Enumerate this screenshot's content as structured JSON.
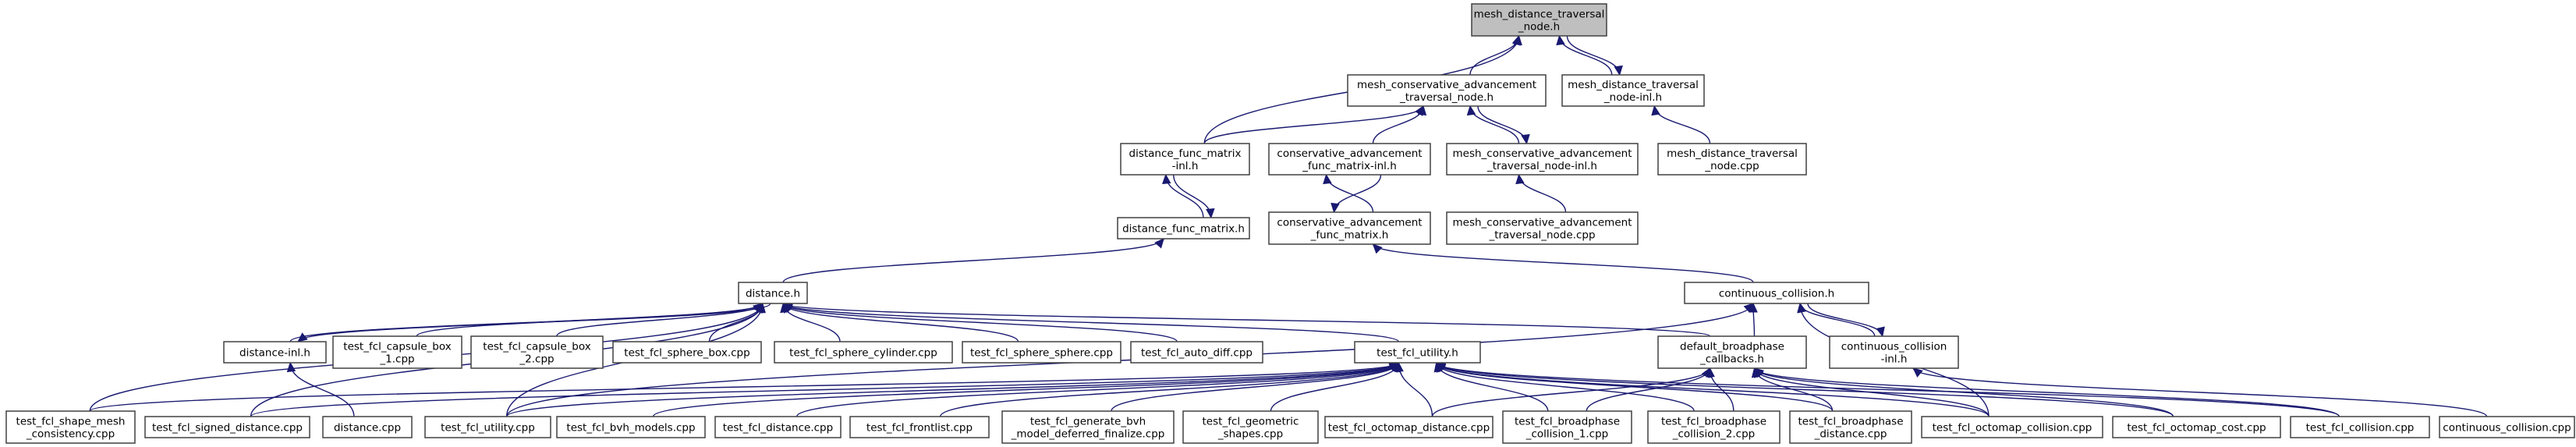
{
  "title": "mesh_distance_traversal_node.h include dependency graph (included by)",
  "colors": {
    "edge": "#191970",
    "root_fill": "#bfbfbf",
    "node_fill": "#ffffff",
    "border": "#404040"
  },
  "nodes": [
    {
      "id": "root",
      "lines": [
        "mesh_distance_traversal",
        "_node.h"
      ],
      "root": true
    },
    {
      "id": "mcatn_h",
      "lines": [
        "mesh_conservative_advancement",
        "_traversal_node.h"
      ]
    },
    {
      "id": "mdtn_inl",
      "lines": [
        "mesh_distance_traversal",
        "_node-inl.h"
      ]
    },
    {
      "id": "dfm_inl",
      "lines": [
        "distance_func_matrix",
        "-inl.h"
      ]
    },
    {
      "id": "cafm_inl",
      "lines": [
        "conservative_advancement",
        "_func_matrix-inl.h"
      ]
    },
    {
      "id": "mcatn_inl",
      "lines": [
        "mesh_conservative_advancement",
        "_traversal_node-inl.h"
      ]
    },
    {
      "id": "mdtn_cpp",
      "lines": [
        "mesh_distance_traversal",
        "_node.cpp"
      ]
    },
    {
      "id": "dfm_h",
      "lines": [
        "distance_func_matrix.h"
      ]
    },
    {
      "id": "cafm_h",
      "lines": [
        "conservative_advancement",
        "_func_matrix.h"
      ]
    },
    {
      "id": "mcatn_cpp",
      "lines": [
        "mesh_conservative_advancement",
        "_traversal_node.cpp"
      ]
    },
    {
      "id": "distance_h",
      "lines": [
        "distance.h"
      ]
    },
    {
      "id": "cc_h",
      "lines": [
        "continuous_collision.h"
      ]
    },
    {
      "id": "distance_inl",
      "lines": [
        "distance-inl.h"
      ]
    },
    {
      "id": "capsule1",
      "lines": [
        "test_fcl_capsule_box",
        "_1.cpp"
      ]
    },
    {
      "id": "capsule2",
      "lines": [
        "test_fcl_capsule_box",
        "_2.cpp"
      ]
    },
    {
      "id": "sphere_box",
      "lines": [
        "test_fcl_sphere_box.cpp"
      ]
    },
    {
      "id": "sphere_cyl",
      "lines": [
        "test_fcl_sphere_cylinder.cpp"
      ]
    },
    {
      "id": "sphere_sphere",
      "lines": [
        "test_fcl_sphere_sphere.cpp"
      ]
    },
    {
      "id": "auto_diff",
      "lines": [
        "test_fcl_auto_diff.cpp"
      ]
    },
    {
      "id": "utility_h",
      "lines": [
        "test_fcl_utility.h"
      ]
    },
    {
      "id": "dbc_h",
      "lines": [
        "default_broadphase",
        "_callbacks.h"
      ]
    },
    {
      "id": "cc_inl",
      "lines": [
        "continuous_collision",
        "-inl.h"
      ]
    },
    {
      "id": "shape_mesh",
      "lines": [
        "test_fcl_shape_mesh",
        "_consistency.cpp"
      ]
    },
    {
      "id": "signed_dist",
      "lines": [
        "test_fcl_signed_distance.cpp"
      ]
    },
    {
      "id": "distance_cpp",
      "lines": [
        "distance.cpp"
      ]
    },
    {
      "id": "utility_cpp",
      "lines": [
        "test_fcl_utility.cpp"
      ]
    },
    {
      "id": "bvh_models",
      "lines": [
        "test_fcl_bvh_models.cpp"
      ]
    },
    {
      "id": "fcl_distance",
      "lines": [
        "test_fcl_distance.cpp"
      ]
    },
    {
      "id": "frontlist",
      "lines": [
        "test_fcl_frontlist.cpp"
      ]
    },
    {
      "id": "generate_bvh",
      "lines": [
        "test_fcl_generate_bvh",
        "_model_deferred_finalize.cpp"
      ]
    },
    {
      "id": "geometric",
      "lines": [
        "test_fcl_geometric",
        "_shapes.cpp"
      ]
    },
    {
      "id": "octomap_dist",
      "lines": [
        "test_fcl_octomap_distance.cpp"
      ]
    },
    {
      "id": "bp_coll1",
      "lines": [
        "test_fcl_broadphase",
        "_collision_1.cpp"
      ]
    },
    {
      "id": "bp_coll2",
      "lines": [
        "test_fcl_broadphase",
        "_collision_2.cpp"
      ]
    },
    {
      "id": "bp_dist",
      "lines": [
        "test_fcl_broadphase",
        "_distance.cpp"
      ]
    },
    {
      "id": "octomap_coll",
      "lines": [
        "test_fcl_octomap_collision.cpp"
      ]
    },
    {
      "id": "octomap_cost",
      "lines": [
        "test_fcl_octomap_cost.cpp"
      ]
    },
    {
      "id": "fcl_collision",
      "lines": [
        "test_fcl_collision.cpp"
      ]
    },
    {
      "id": "cc_cpp",
      "lines": [
        "continuous_collision.cpp"
      ]
    }
  ],
  "edges": [
    [
      "mcatn_h",
      "root"
    ],
    [
      "mdtn_inl",
      "root"
    ],
    [
      "root",
      "mdtn_inl"
    ],
    [
      "dfm_inl",
      "root"
    ],
    [
      "dfm_inl",
      "mcatn_h"
    ],
    [
      "cafm_inl",
      "mcatn_h"
    ],
    [
      "mcatn_inl",
      "mcatn_h"
    ],
    [
      "mcatn_h",
      "mcatn_inl"
    ],
    [
      "mdtn_cpp",
      "mdtn_inl"
    ],
    [
      "dfm_h",
      "dfm_inl"
    ],
    [
      "dfm_inl",
      "dfm_h"
    ],
    [
      "cafm_h",
      "cafm_inl"
    ],
    [
      "cafm_inl",
      "cafm_h"
    ],
    [
      "mcatn_cpp",
      "mcatn_inl"
    ],
    [
      "distance_h",
      "dfm_h"
    ],
    [
      "cc_h",
      "cafm_h"
    ],
    [
      "distance_inl",
      "distance_h"
    ],
    [
      "distance_h",
      "distance_inl"
    ],
    [
      "capsule1",
      "distance_h"
    ],
    [
      "capsule2",
      "distance_h"
    ],
    [
      "sphere_box",
      "distance_h"
    ],
    [
      "sphere_cyl",
      "distance_h"
    ],
    [
      "sphere_sphere",
      "distance_h"
    ],
    [
      "auto_diff",
      "distance_h"
    ],
    [
      "shape_mesh",
      "distance_h"
    ],
    [
      "signed_dist",
      "distance_h"
    ],
    [
      "utility_cpp",
      "distance_h"
    ],
    [
      "utility_h",
      "distance_h"
    ],
    [
      "dbc_h",
      "distance_h"
    ],
    [
      "distance_cpp",
      "distance_inl"
    ],
    [
      "utility_cpp",
      "cc_h"
    ],
    [
      "dbc_h",
      "cc_h"
    ],
    [
      "cc_inl",
      "cc_h"
    ],
    [
      "cc_h",
      "cc_inl"
    ],
    [
      "octomap_coll",
      "cc_h"
    ],
    [
      "cc_cpp",
      "cc_inl"
    ],
    [
      "shape_mesh",
      "utility_h"
    ],
    [
      "signed_dist",
      "utility_h"
    ],
    [
      "utility_cpp",
      "utility_h"
    ],
    [
      "bvh_models",
      "utility_h"
    ],
    [
      "fcl_distance",
      "utility_h"
    ],
    [
      "frontlist",
      "utility_h"
    ],
    [
      "generate_bvh",
      "utility_h"
    ],
    [
      "geometric",
      "utility_h"
    ],
    [
      "octomap_dist",
      "utility_h"
    ],
    [
      "bp_coll1",
      "utility_h"
    ],
    [
      "bp_coll2",
      "utility_h"
    ],
    [
      "bp_dist",
      "utility_h"
    ],
    [
      "octomap_coll",
      "utility_h"
    ],
    [
      "octomap_cost",
      "utility_h"
    ],
    [
      "fcl_collision",
      "utility_h"
    ],
    [
      "octomap_dist",
      "dbc_h"
    ],
    [
      "bp_coll1",
      "dbc_h"
    ],
    [
      "bp_coll2",
      "dbc_h"
    ],
    [
      "bp_dist",
      "dbc_h"
    ],
    [
      "octomap_coll",
      "dbc_h"
    ],
    [
      "octomap_cost",
      "dbc_h"
    ],
    [
      "fcl_collision",
      "dbc_h"
    ]
  ]
}
